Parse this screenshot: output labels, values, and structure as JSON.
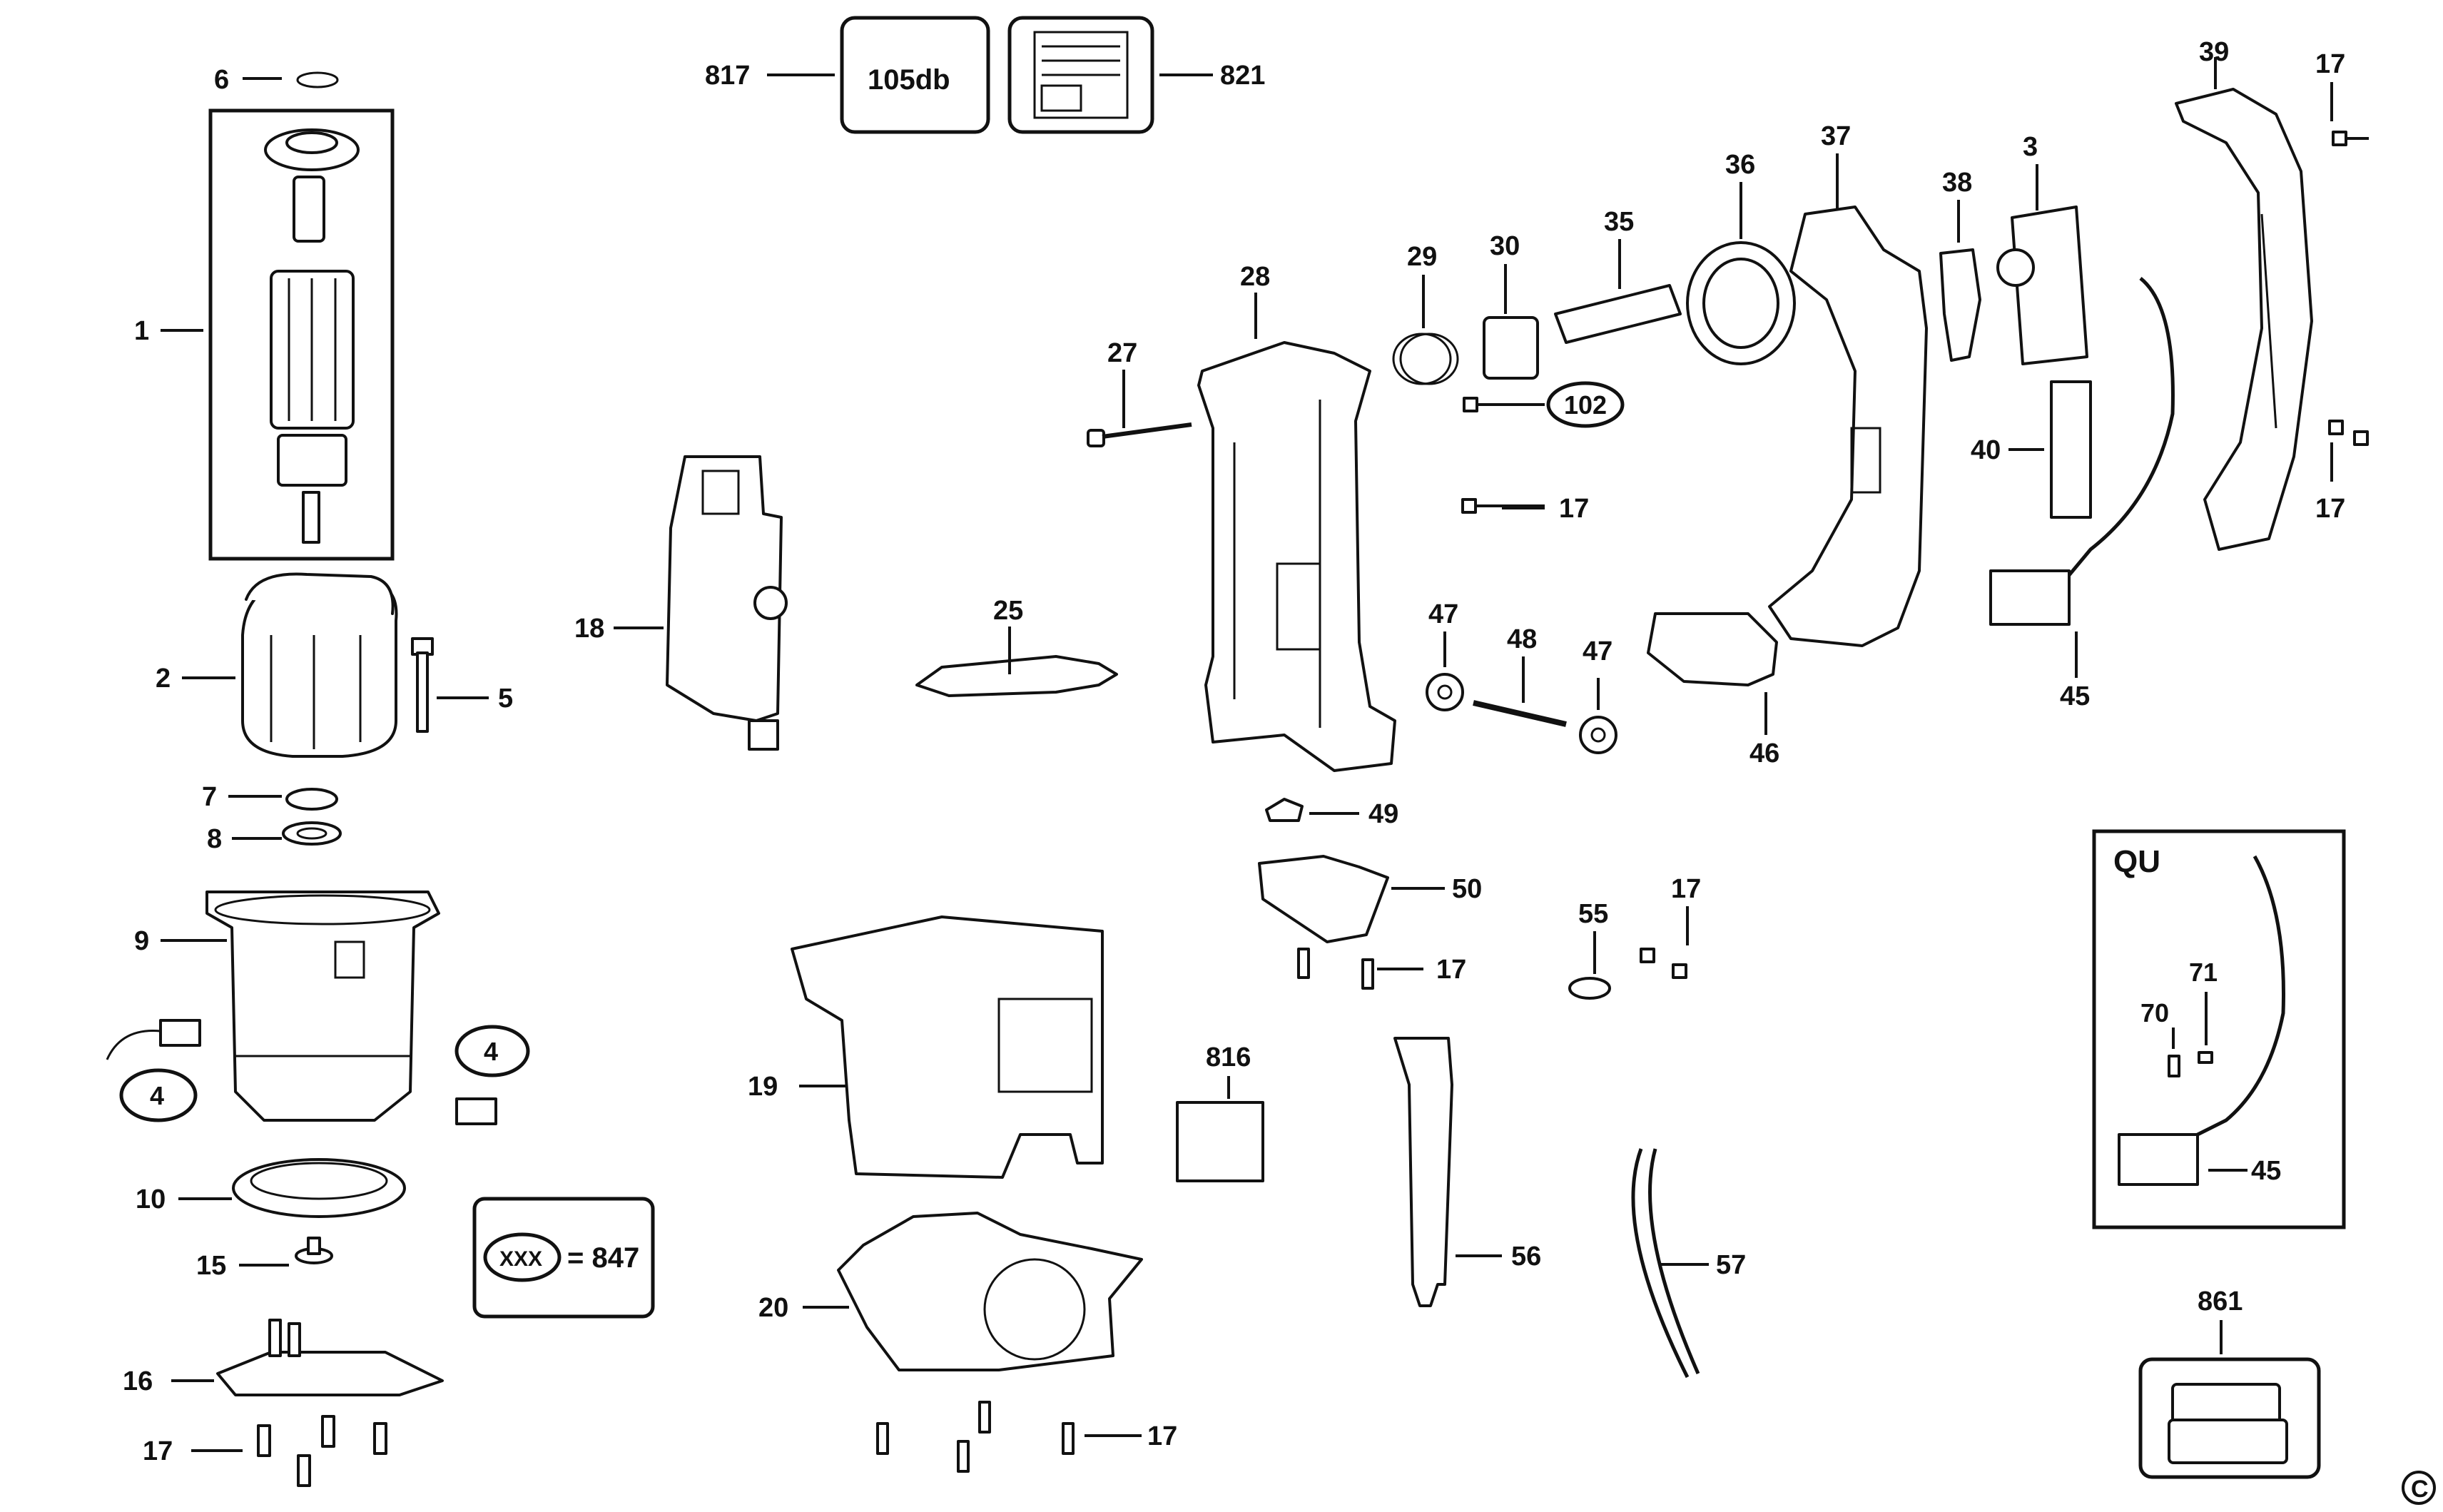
{
  "callouts": {
    "c1": "1",
    "c2": "2",
    "c3": "3",
    "c4a": "4",
    "c4b": "4",
    "c5": "5",
    "c6": "6",
    "c7": "7",
    "c8": "8",
    "c9": "9",
    "c10": "10",
    "c15": "15",
    "c16": "16",
    "c17_tr": "17",
    "c17_tr2": "17",
    "c17_mid": "17",
    "c17_50": "17",
    "c17_55": "17",
    "c17_bl": "17",
    "c17_bm": "17",
    "c18": "18",
    "c19": "19",
    "c20": "20",
    "c25": "25",
    "c27": "27",
    "c28": "28",
    "c29": "29",
    "c30": "30",
    "c35": "35",
    "c36": "36",
    "c37": "37",
    "c38": "38",
    "c39": "39",
    "c40": "40",
    "c45": "45",
    "c45qu": "45",
    "c46": "46",
    "c47a": "47",
    "c47b": "47",
    "c48": "48",
    "c49": "49",
    "c50": "50",
    "c55": "55",
    "c56": "56",
    "c57": "57",
    "c70": "70",
    "c71": "71",
    "c102": "102",
    "c816": "816",
    "c817": "817",
    "c821": "821",
    "c861": "861"
  },
  "labels": {
    "decibel": "105db",
    "legend_placeholder": "XXX",
    "legend_value": "= 847",
    "qu_title": "QU",
    "copyright": "C"
  }
}
